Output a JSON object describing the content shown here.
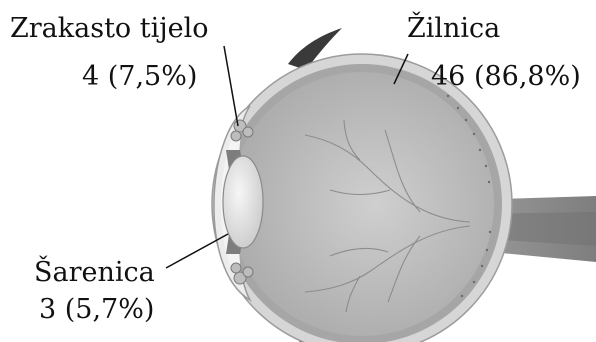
{
  "labels": {
    "ciliary_body": {
      "name": "Zrakasto tijelo",
      "value": "4 (7,5%)"
    },
    "choroid": {
      "name": "Žilnica",
      "value": "46 (86,8%)"
    },
    "iris": {
      "name": "Šarenica",
      "value": "3 (5,7%)"
    }
  },
  "colors": {
    "sclera": "#d0d0d0",
    "choroid": "#a8a8a8",
    "vitreous": "#bcbcbc",
    "lens": "#e4e4e4",
    "eyelid": "#3a3a3a",
    "text": "#111111"
  }
}
